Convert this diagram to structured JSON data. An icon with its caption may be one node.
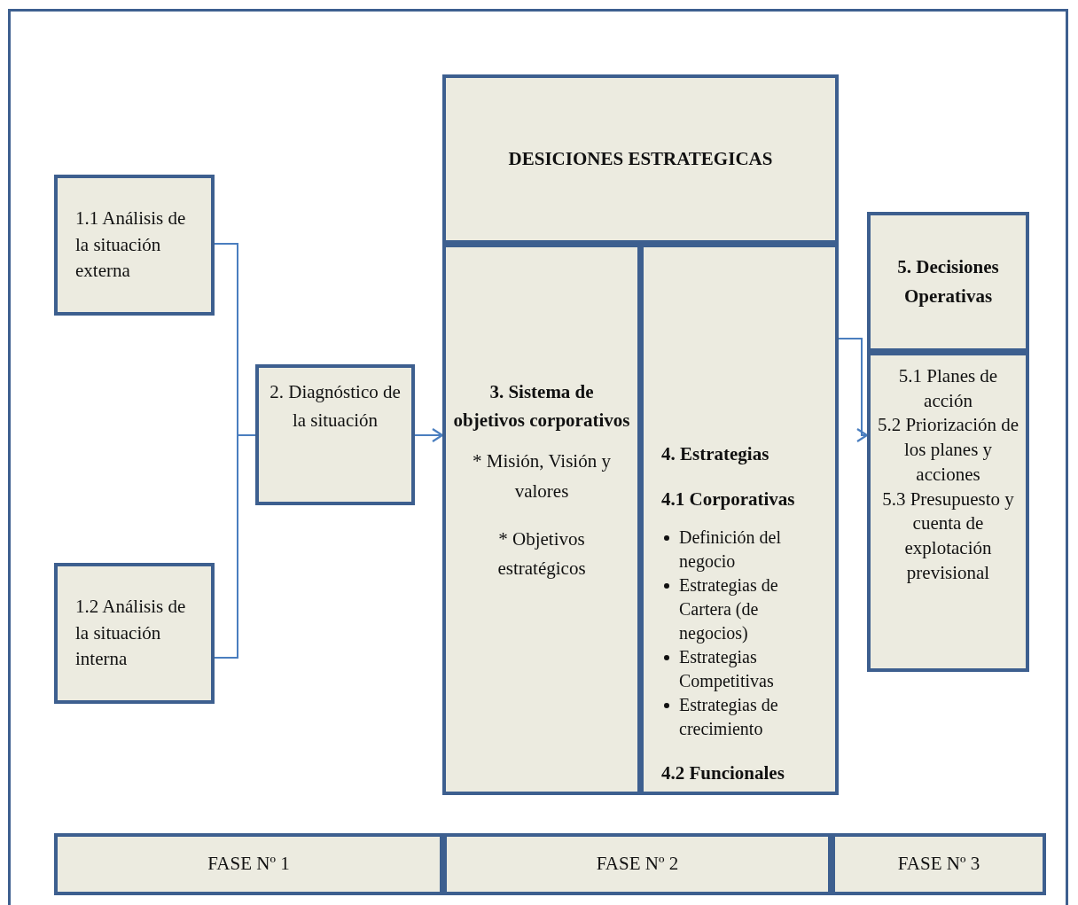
{
  "diagram": {
    "nodes": [
      {
        "text": [
          "1.1 Análisis de la situación externa"
        ]
      },
      {
        "text": [
          "1.2 Análisis de la situación interna"
        ]
      },
      {
        "text": [
          "2. Diagnóstico de la situación"
        ]
      },
      {
        "text": [
          "DESICIONES ESTRATEGICAS"
        ]
      },
      {
        "text": [
          "3.  Sistema de objetivos corporativos",
          "* Misión, Visión y valores",
          "* Objetivos estratégicos"
        ]
      },
      {
        "text": [
          "4. Estrategias",
          "4.1 Corporativas",
          "Definición del negocio",
          "Estrategias de Cartera (de negocios)",
          "Estrategias Competitivas",
          "Estrategias de crecimiento",
          "4.2 Funcionales"
        ]
      },
      {
        "text": [
          "5. Decisiones Operativas"
        ]
      },
      {
        "text": [
          "5.1 Planes de acción",
          "5.2 Priorización de los planes y acciones",
          "5.3 Presupuesto y cuenta de explotación previsional"
        ]
      },
      {
        "text": [
          "FASE Nº 1"
        ]
      },
      {
        "text": [
          "FASE Nº 2"
        ]
      },
      {
        "text": [
          "FASE Nº 3"
        ]
      }
    ],
    "edges": [
      {
        "from": 0,
        "to": 2,
        "arrow": "none"
      },
      {
        "from": 1,
        "to": 2,
        "arrow": "none"
      },
      {
        "from": 2,
        "to": 4,
        "arrow": "to"
      },
      {
        "from": 5,
        "to": 7,
        "arrow": "to"
      }
    ]
  }
}
